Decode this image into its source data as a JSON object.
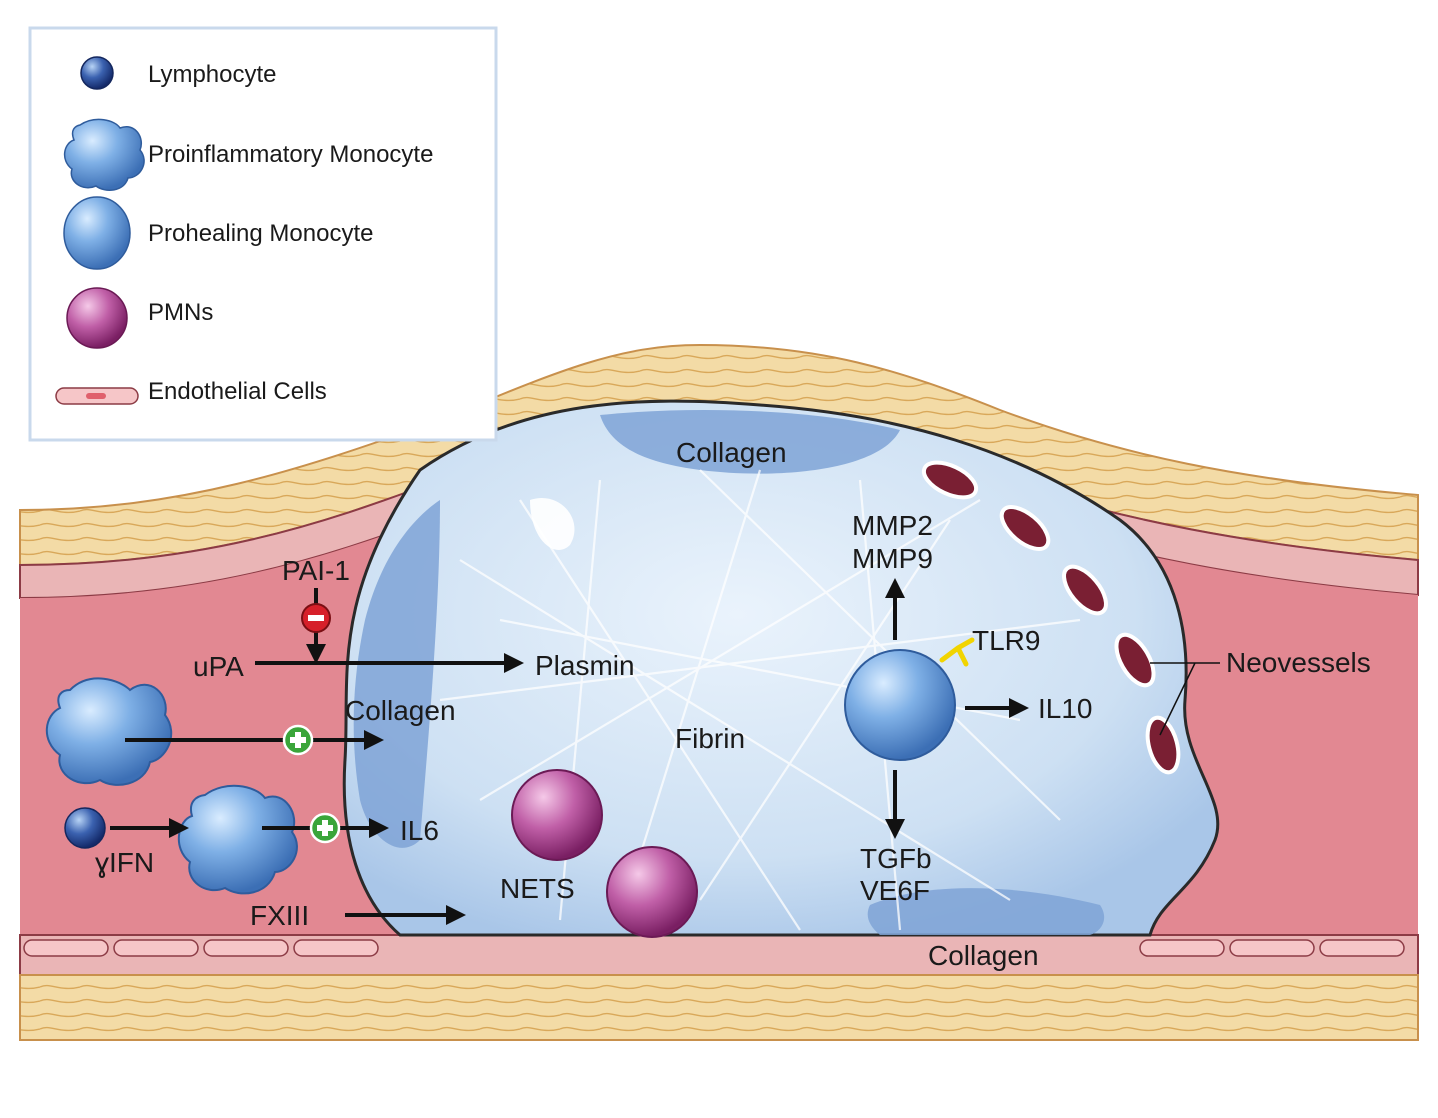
{
  "legend": {
    "items": [
      {
        "label": "Lymphocyte",
        "icon": "lymphocyte-icon"
      },
      {
        "label": "Proinflammatory Monocyte",
        "icon": "proinflammatory-monocyte-icon"
      },
      {
        "label": "Prohealing Monocyte",
        "icon": "prohealing-monocyte-icon"
      },
      {
        "label": "PMNs",
        "icon": "pmn-icon"
      },
      {
        "label": "Endothelial Cells",
        "icon": "endothelial-cell-icon"
      }
    ]
  },
  "labels": {
    "pai1": "PAI-1",
    "upa": "uPA",
    "plasmin": "Plasmin",
    "collagen_left": "Collagen",
    "collagen_top": "Collagen",
    "collagen_bottom": "Collagen",
    "fibrin": "Fibrin",
    "il6": "IL6",
    "yifn": "ɣIFN",
    "fxiii": "FXIII",
    "nets": "NETS",
    "mmp2": "MMP2",
    "mmp9": "MMP9",
    "tlr9": "TLR9",
    "il10": "IL10",
    "tgfb": "TGFb",
    "ve6f": "VE6F",
    "neovessels": "Neovessels"
  },
  "colors": {
    "vessel_wall": "#e8a0a5",
    "lumen": "#e58b93",
    "adventitia": "#f2d9a2",
    "thrombus": "#cfe0f2",
    "collagen": "#7fa3d6",
    "cell_blue": "#5f97d6",
    "pmn": "#a8307f",
    "inhibit": "#d6202a",
    "activate": "#3aa53a"
  }
}
